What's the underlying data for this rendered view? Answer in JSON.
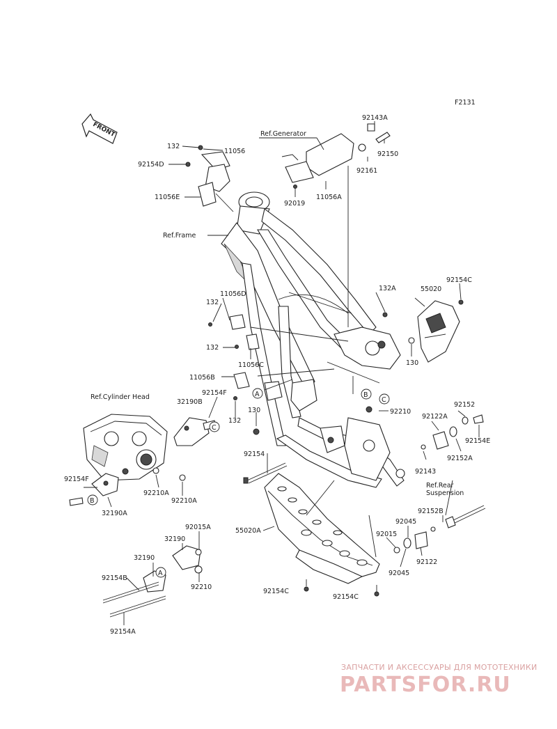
{
  "diagram": {
    "id": "F2131",
    "front_label": "FRONT",
    "refs": {
      "generator": "Ref.Generator",
      "frame": "Ref.Frame",
      "cylinder_head": "Ref.Cylinder Head",
      "rear_suspension_1": "Ref.Rear",
      "rear_suspension_2": "Suspension"
    },
    "parts": {
      "p92143A": "92143A",
      "p92150": "92150",
      "p92161": "92161",
      "p11056A": "11056A",
      "p92019": "92019",
      "p132_top": "132",
      "p11056_top": "11056",
      "p92154D": "92154D",
      "p11056E": "11056E",
      "p132A": "132A",
      "p55020": "55020",
      "p92154C_top": "92154C",
      "p130_right": "130",
      "p11056D": "11056D",
      "p132_mid": "132",
      "p132_mid2": "132",
      "p11056C": "11056C",
      "p11056B": "11056B",
      "p92154F_mid": "92154F",
      "p132_low": "132",
      "p32190B": "32190B",
      "p130_mid": "130",
      "p92210_mid": "92210",
      "p92152": "92152",
      "p92122A": "92122A",
      "p92154E": "92154E",
      "p92152A": "92152A",
      "p92143": "92143",
      "p92154_mid": "92154",
      "p92154F_left": "92154F",
      "p92210A_1": "92210A",
      "p92210A_2": "92210A",
      "p32190A": "32190A",
      "p92152B": "92152B",
      "p92045_top": "92045",
      "p92015": "92015",
      "p92122": "92122",
      "p92045_bot": "92045",
      "p55020A": "55020A",
      "p92015A": "92015A",
      "p32190_top": "32190",
      "p32190_left": "32190",
      "p92210_low": "92210",
      "p92154B": "92154B",
      "p92154A": "92154A",
      "p92154C_b1": "92154C",
      "p92154C_b2": "92154C"
    },
    "callouts": {
      "a": "A",
      "b": "B",
      "c": "C"
    }
  },
  "watermark": {
    "tagline": "ЗАПЧАСТИ И АКСЕССУАРЫ ДЛЯ МОТОТЕХНИКИ",
    "logo": "PARTSFOR.RU"
  }
}
